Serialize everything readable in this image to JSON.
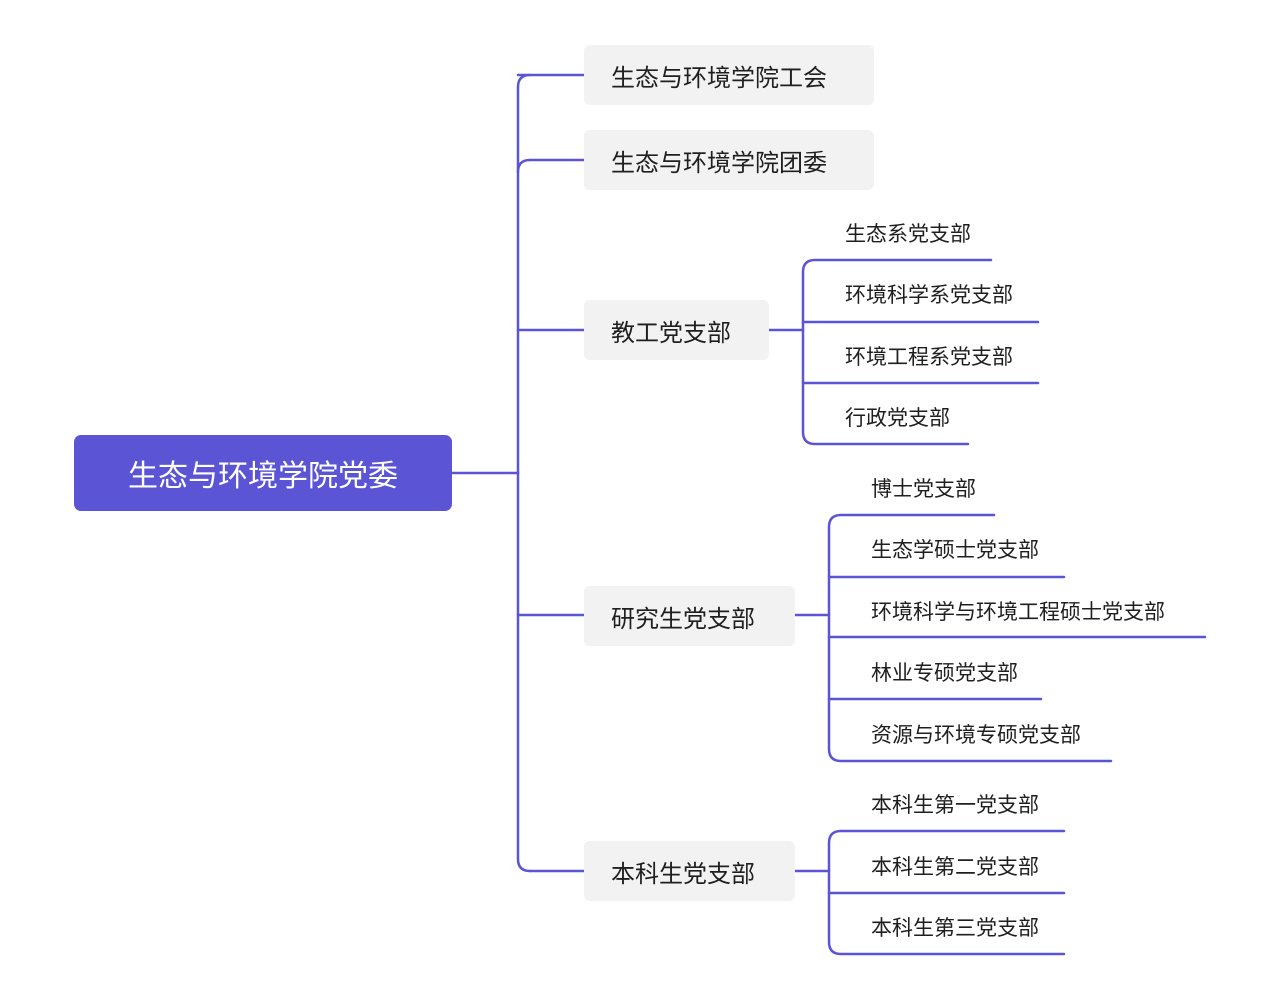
{
  "root": {
    "label": "生态与环境学院党委"
  },
  "branches": [
    {
      "label": "生态与环境学院工会",
      "children": []
    },
    {
      "label": "生态与环境学院团委",
      "children": []
    },
    {
      "label": "教工党支部",
      "children": [
        "生态系党支部",
        "环境科学系党支部",
        "环境工程系党支部",
        "行政党支部"
      ]
    },
    {
      "label": "研究生党支部",
      "children": [
        "博士党支部",
        "生态学硕士党支部",
        "环境科学与环境工程硕士党支部",
        "林业专硕党支部",
        "资源与环境专硕党支部"
      ]
    },
    {
      "label": "本科生党支部",
      "children": [
        "本科生第一党支部",
        "本科生第二党支部",
        "本科生第三党支部"
      ]
    }
  ],
  "colors": {
    "accent": "#5b55d6",
    "node_bg": "#f2f2f2",
    "text": "#1f1f1f"
  }
}
